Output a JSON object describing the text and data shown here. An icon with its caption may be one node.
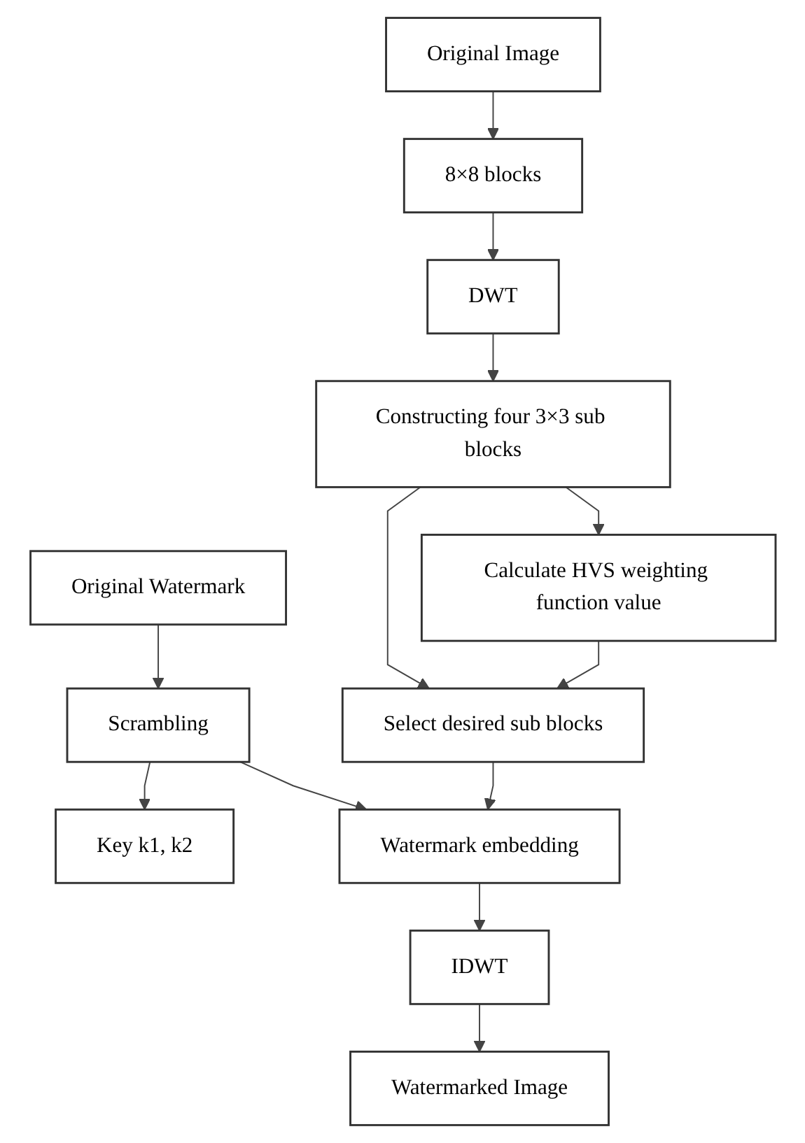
{
  "diagram": {
    "nodes": [
      {
        "text": [
          "Original Watermark"
        ]
      },
      {
        "text": [
          "Scrambling"
        ]
      },
      {
        "text": [
          "Key k1, k2"
        ]
      },
      {
        "text": [
          "Original Image"
        ]
      },
      {
        "text": [
          "8×8 blocks"
        ]
      },
      {
        "text": [
          "DWT"
        ]
      },
      {
        "text": [
          "Calculate HVS weighting function value"
        ]
      },
      {
        "text": [
          "Constructing four 3×3 sub blocks"
        ]
      },
      {
        "text": [
          "Select desired sub blocks"
        ]
      },
      {
        "text": [
          "Watermark embedding"
        ]
      },
      {
        "text": [
          "IDWT"
        ]
      },
      {
        "text": [
          "Watermarked Image"
        ]
      }
    ],
    "edges": [
      {
        "from": 0,
        "to": 1,
        "arrow": "to"
      },
      {
        "from": 1,
        "to": 2,
        "arrow": "to"
      },
      {
        "from": 3,
        "to": 4,
        "arrow": "to"
      },
      {
        "from": 4,
        "to": 5,
        "arrow": "to"
      },
      {
        "from": 5,
        "to": 7,
        "arrow": "to"
      },
      {
        "from": 7,
        "to": 6,
        "arrow": "to"
      },
      {
        "from": 7,
        "to": 8,
        "arrow": "to"
      },
      {
        "from": 6,
        "to": 8,
        "arrow": "to"
      },
      {
        "from": 1,
        "to": 9,
        "arrow": "to"
      },
      {
        "from": 8,
        "to": 9,
        "arrow": "to"
      },
      {
        "from": 9,
        "to": 10,
        "arrow": "to"
      },
      {
        "from": 10,
        "to": 11,
        "arrow": "to"
      }
    ]
  }
}
